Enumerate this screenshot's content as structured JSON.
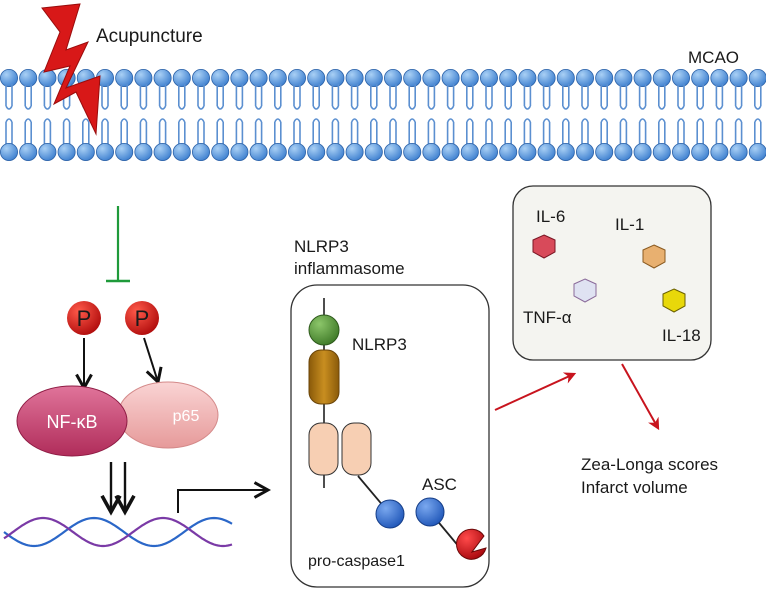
{
  "labels": {
    "acupuncture": "Acupuncture",
    "mcao": "MCAO",
    "phospho_1": "P",
    "phospho_2": "P",
    "nfkb": "NF-κB",
    "p65": "p65",
    "inflammasome_title_line1": "NLRP3",
    "inflammasome_title_line2": "inflammasome",
    "nlrp3": "NLRP3",
    "asc": "ASC",
    "pro_caspase1": "pro-caspase1",
    "il6": "IL-6",
    "il1": "IL-1",
    "tnfa": "TNF-α",
    "il18": "IL-18",
    "outcome_line1": "Zea-Longa scores",
    "outcome_line2": "Infarct volume"
  },
  "colors": {
    "lightning": "#d81818",
    "membrane_head": "#4f8ed6",
    "membrane_tail": "#5b8fd0",
    "inhibit": "#1f9a3a",
    "phospho": "#c80f0f",
    "nfkb": "#c9426a",
    "p65": "#f0b4b4",
    "arrow_red": "#c8141e",
    "dna_1": "#2b67c8",
    "dna_2": "#7a3aa6",
    "domain_green": "#4f8a36",
    "domain_olive": "#b07814",
    "domain_peach": "#f7cfb3",
    "domain_blue": "#2f68c8",
    "caspase": "#d0101a",
    "il6": "#d84a5a",
    "il1": "#e8b070",
    "tnfa": "#d9dff0",
    "il18": "#e8d80a"
  }
}
